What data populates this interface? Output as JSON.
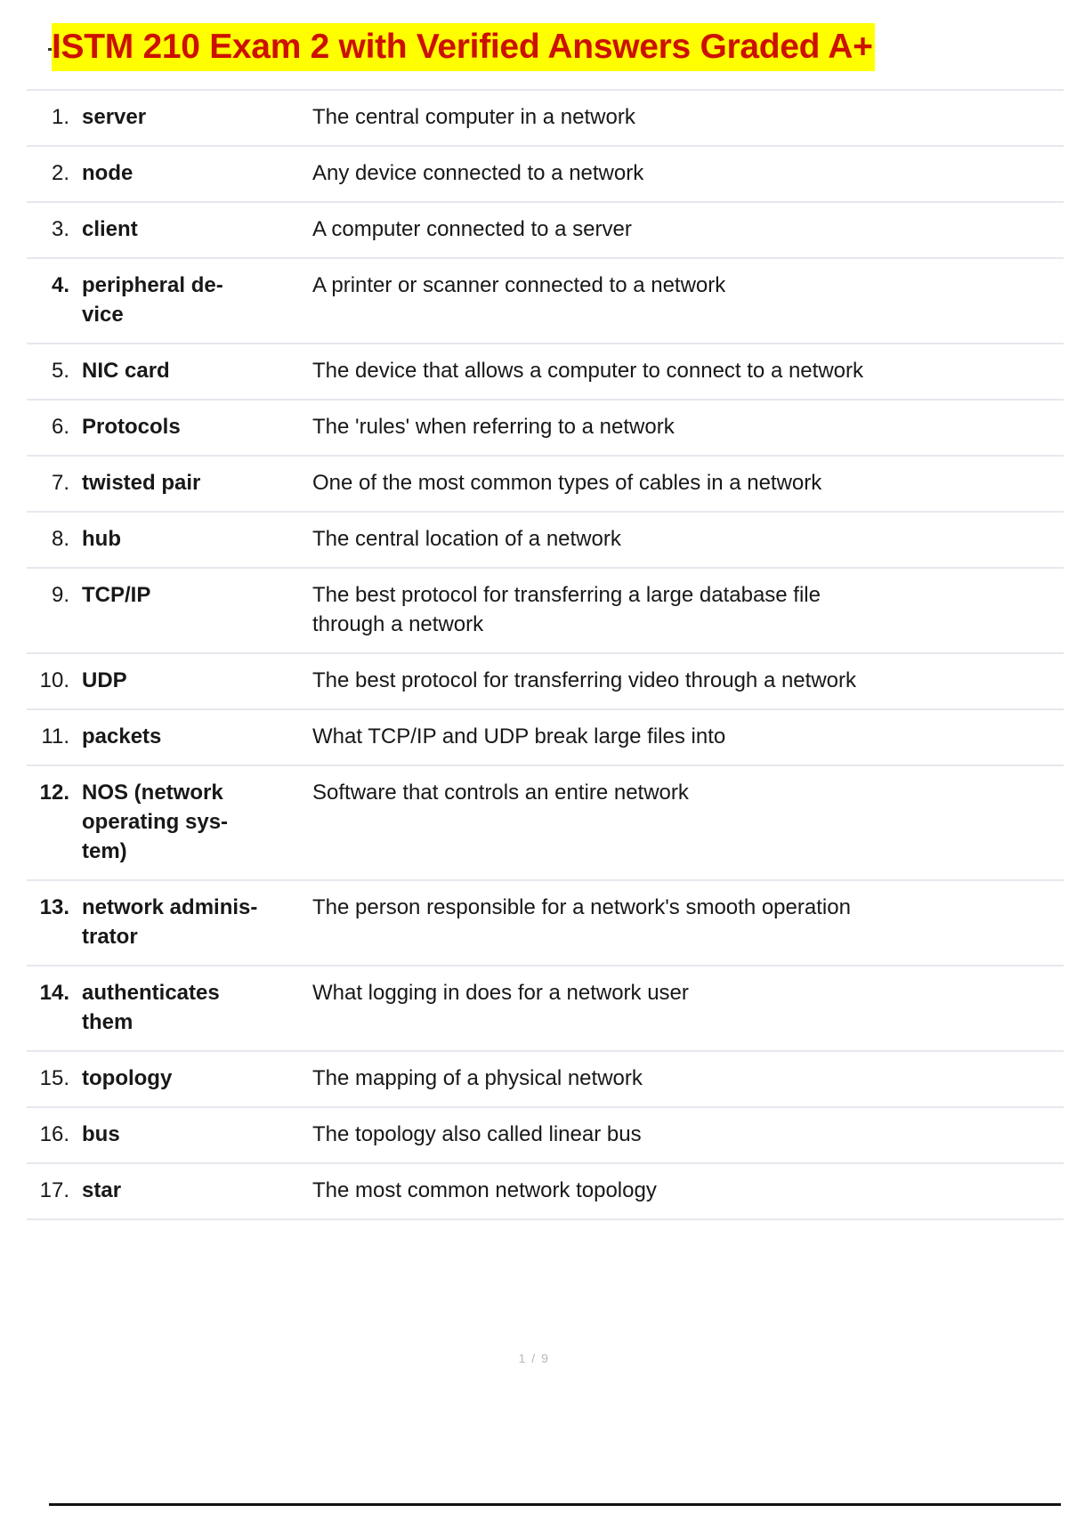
{
  "document": {
    "title": "ISTM 210 Exam 2 with Verified Answers Graded A+",
    "title_color": "#cc1100",
    "title_highlight_color": "#ffff00",
    "page_indicator": "1 / 9"
  },
  "terms": [
    {
      "number": "1.",
      "term": "server",
      "definition": "The central computer in a network",
      "number_bold": false
    },
    {
      "number": "2.",
      "term": "node",
      "definition": "Any device connected to a network",
      "number_bold": false
    },
    {
      "number": "3.",
      "term": "client",
      "definition": "A computer connected to a server",
      "number_bold": false
    },
    {
      "number": "4.",
      "term": "peripheral de-\nvice",
      "definition": "A printer or scanner connected to a network",
      "number_bold": true
    },
    {
      "number": "5.",
      "term": "NIC card",
      "definition": "The device that allows a computer to connect to a network",
      "number_bold": false
    },
    {
      "number": "6.",
      "term": "Protocols",
      "definition": "The 'rules' when referring to a network",
      "number_bold": false
    },
    {
      "number": "7.",
      "term": "twisted pair",
      "definition": "One of the most common types of cables in a network",
      "number_bold": false
    },
    {
      "number": "8.",
      "term": "hub",
      "definition": "The central location of a network",
      "number_bold": false
    },
    {
      "number": "9.",
      "term": "TCP/IP",
      "definition": "The best protocol for transferring a large database file\nthrough a network",
      "number_bold": false
    },
    {
      "number": "10.",
      "term": "UDP",
      "definition": "The best protocol for transferring video through a network",
      "number_bold": false
    },
    {
      "number": "11.",
      "term": "packets",
      "definition": "What TCP/IP and UDP break large files into",
      "number_bold": false
    },
    {
      "number": "12.",
      "term": "NOS  (network\noperating sys-\ntem)",
      "definition": "Software that controls an entire network",
      "number_bold": true
    },
    {
      "number": "13.",
      "term": "network adminis-\ntrator",
      "definition": "The person responsible for a network's smooth operation",
      "number_bold": true
    },
    {
      "number": "14.",
      "term": "authenticates\nthem",
      "definition": "What logging in does for a network user",
      "number_bold": true
    },
    {
      "number": "15.",
      "term": "topology",
      "definition": "The mapping of a physical network",
      "number_bold": false
    },
    {
      "number": "16.",
      "term": "bus",
      "definition": "The topology also called linear bus",
      "number_bold": false
    },
    {
      "number": "17.",
      "term": "star",
      "definition": "The most common network topology",
      "number_bold": false
    }
  ]
}
